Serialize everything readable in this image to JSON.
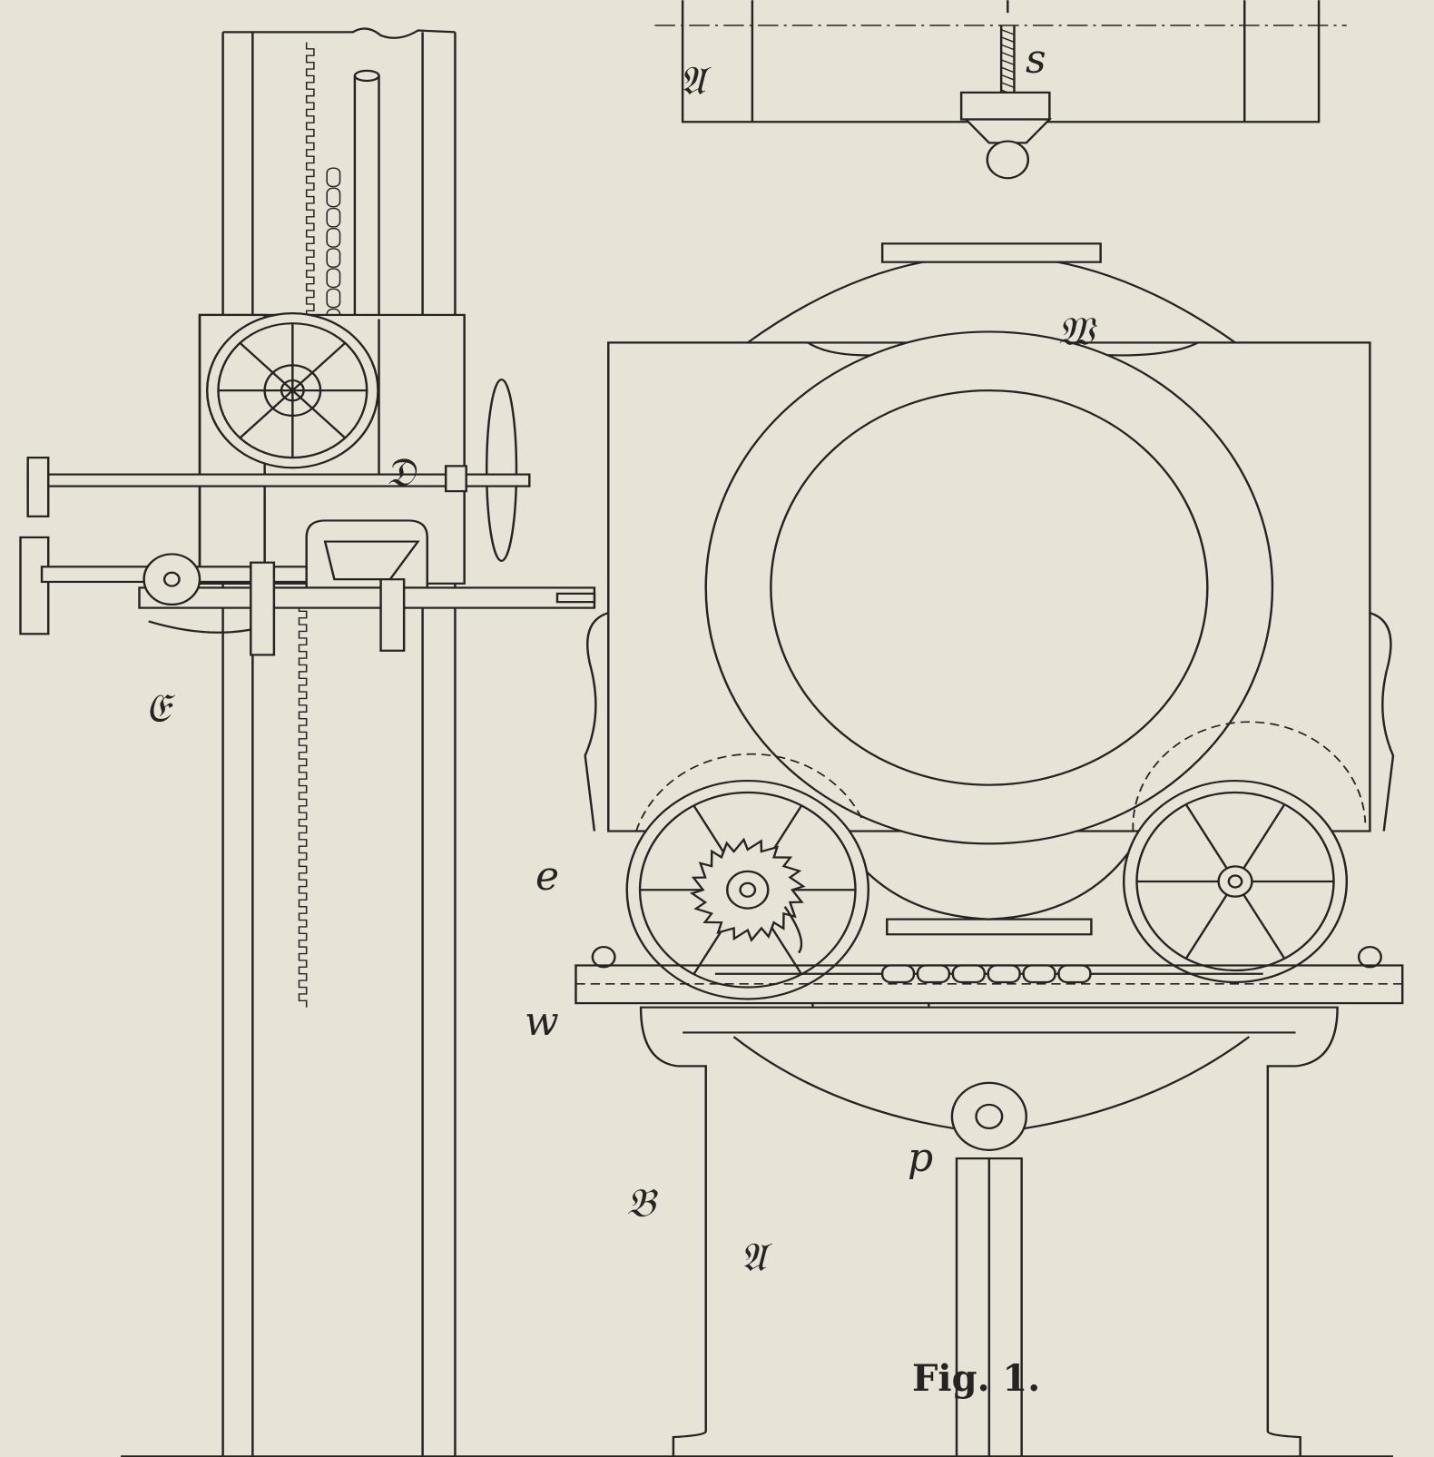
{
  "figure": {
    "caption": "Fig. 1.",
    "labels": {
      "A_top": "𝔄",
      "s": "s",
      "W": "𝔚",
      "D": "𝔇",
      "C": "𝔈",
      "e": "e",
      "w": "w",
      "p": "p",
      "B": "𝔅",
      "A_base": "𝔄"
    }
  },
  "colors": {
    "paper": "#e7e3d6",
    "ink": "#262422"
  }
}
